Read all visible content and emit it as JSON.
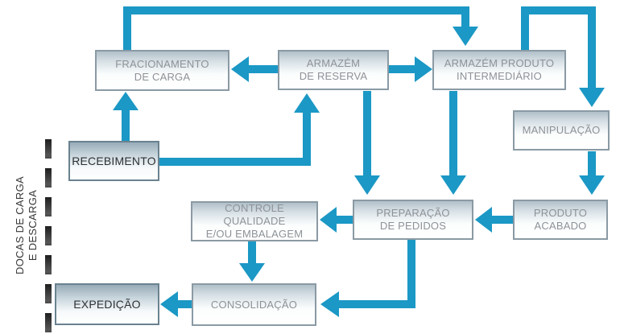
{
  "diagram": {
    "dock_label": "DOCAS DE CARGA\nE DESCARGA",
    "nodes": [
      {
        "id": "fracionamento_de_carga",
        "label": "FRACIONAMENTO\nDE CARGA",
        "zone": "internal"
      },
      {
        "id": "armazem_de_reserva",
        "label": "ARMAZÉM\nDE RESERVA",
        "zone": "internal"
      },
      {
        "id": "armazem_produto_intermediario",
        "label": "ARMAZÉM PRODUTO\nINTERMEDIÁRIO",
        "zone": "internal"
      },
      {
        "id": "manipulacao",
        "label": "MANIPULAÇÃO",
        "zone": "internal"
      },
      {
        "id": "recebimento",
        "label": "RECEBIMENTO",
        "zone": "dock"
      },
      {
        "id": "controle_qualidade_embalagem",
        "label": "CONTROLE QUALIDADE\nE/OU EMBALAGEM",
        "zone": "internal"
      },
      {
        "id": "preparacao_de_pedidos",
        "label": "PREPARAÇÃO\nDE PEDIDOS",
        "zone": "internal"
      },
      {
        "id": "produto_acabado",
        "label": "PRODUTO\nACABADO",
        "zone": "internal"
      },
      {
        "id": "expedicao",
        "label": "EXPEDIÇÃO",
        "zone": "dock"
      },
      {
        "id": "consolidacao",
        "label": "CONSOLIDAÇÃO",
        "zone": "internal"
      }
    ],
    "edges": [
      {
        "from": "recebimento",
        "to": "fracionamento_de_carga"
      },
      {
        "from": "recebimento",
        "to": "armazem_de_reserva"
      },
      {
        "from": "fracionamento_de_carga",
        "to": "armazem_produto_intermediario"
      },
      {
        "from": "armazem_de_reserva",
        "to": "fracionamento_de_carga"
      },
      {
        "from": "armazem_de_reserva",
        "to": "armazem_produto_intermediario"
      },
      {
        "from": "armazem_de_reserva",
        "to": "preparacao_de_pedidos"
      },
      {
        "from": "armazem_produto_intermediario",
        "to": "manipulacao"
      },
      {
        "from": "armazem_produto_intermediario",
        "to": "preparacao_de_pedidos"
      },
      {
        "from": "manipulacao",
        "to": "produto_acabado"
      },
      {
        "from": "produto_acabado",
        "to": "preparacao_de_pedidos"
      },
      {
        "from": "preparacao_de_pedidos",
        "to": "controle_qualidade_embalagem"
      },
      {
        "from": "preparacao_de_pedidos",
        "to": "consolidacao"
      },
      {
        "from": "controle_qualidade_embalagem",
        "to": "consolidacao"
      },
      {
        "from": "consolidacao",
        "to": "expedicao"
      }
    ],
    "colors": {
      "arrow": "#1b98c5",
      "box_border": "#8a9aa4",
      "box_grad_top": "#b2c0c9",
      "box_text": "#8d9297",
      "dock_border": "#6a8290",
      "dock_grad_top": "#97abb7",
      "dock_text": "#2e3234",
      "dock_label_text": "#383838",
      "dash": "#333333",
      "background": "#ffffff"
    }
  }
}
